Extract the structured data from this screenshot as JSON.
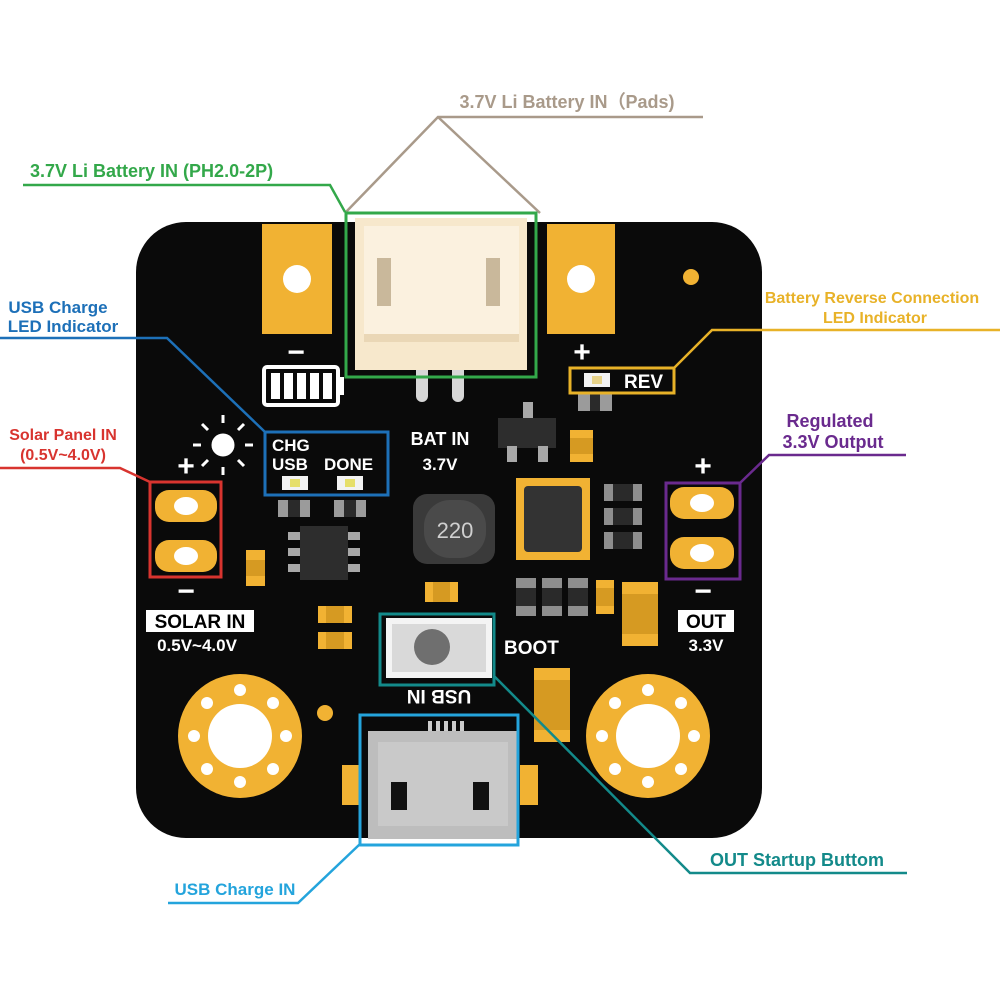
{
  "colors": {
    "board": "#0a0a0a",
    "gold": "#f1b233",
    "green": "#33a84a",
    "tan": "#a99a8a",
    "blue": "#1d70b8",
    "red": "#d8342f",
    "yellow": "#e8b228",
    "purple": "#6a2a8e",
    "teal": "#138a8a",
    "cyan": "#24a4dc"
  },
  "callouts": {
    "battery_pads": "3.7V Li Battery IN（Pads)",
    "battery_ph": "3.7V Li Battery IN  (PH2.0-2P)",
    "usb_led_1": "USB Charge",
    "usb_led_2": "LED Indicator",
    "solar_in_1": "Solar Panel IN",
    "solar_in_2": "(0.5V~4.0V)",
    "rev_led_1": "Battery Reverse Connection",
    "rev_led_2": "LED Indicator",
    "reg_out_1": "Regulated",
    "reg_out_2": "3.3V Output",
    "out_button": "OUT Startup Buttom",
    "usb_charge_in": "USB Charge IN"
  },
  "silkscreen": {
    "minus": "−",
    "plus": "+",
    "rev": "REV",
    "chg": "CHG",
    "usb": "USB",
    "done": "DONE",
    "bat_in": "BAT IN",
    "bat_v": "3.7V",
    "inductor": "220",
    "solar_in": "SOLAR IN",
    "solar_v": "0.5V~4.0V",
    "boot": "BOOT",
    "usb_in": "USB IN",
    "out": "OUT",
    "out_v": "3.3V"
  }
}
